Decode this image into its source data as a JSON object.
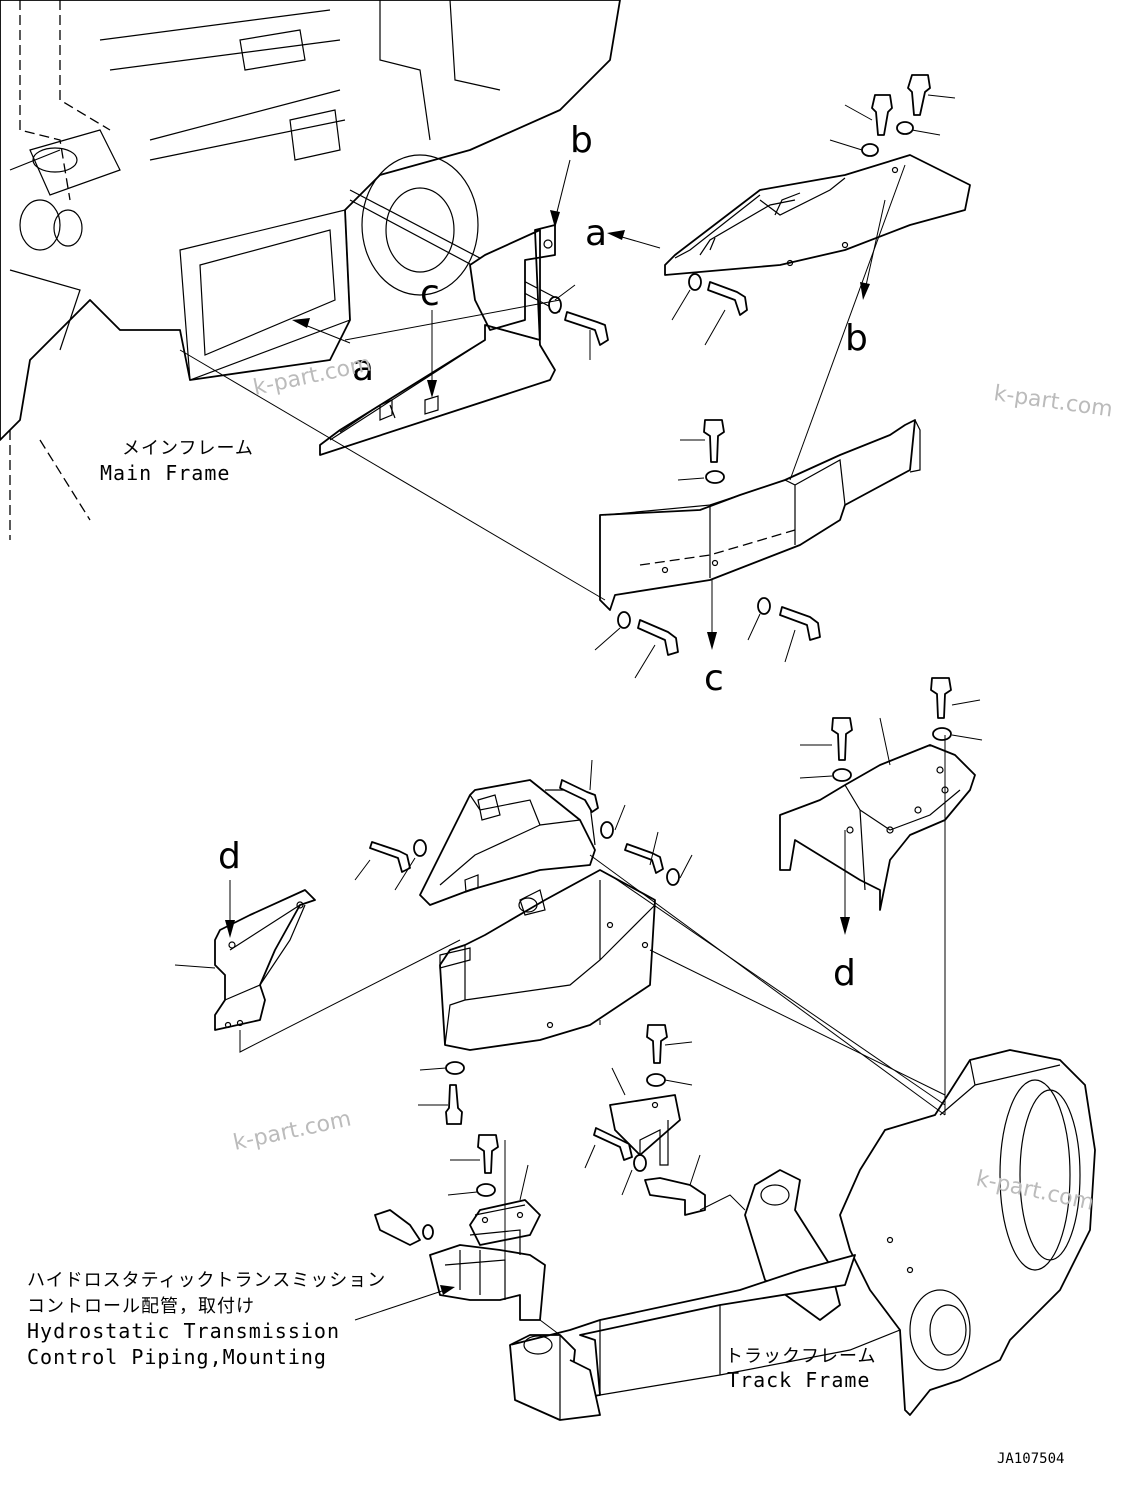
{
  "labels": {
    "main_frame_jp": "メインフレーム",
    "main_frame_en": "Main Frame",
    "hst_jp_line1": "ハイドロスタティックトランスミッション",
    "hst_jp_line2": "コントロール配管，取付け",
    "hst_en_line1": "Hydrostatic Transmission",
    "hst_en_line2": "Control Piping,Mounting",
    "track_frame_jp": "トラックフレーム",
    "track_frame_en": "Track Frame",
    "drawing_code": "JA107504"
  },
  "callouts": {
    "a": "a",
    "b": "b",
    "c": "c",
    "d": "d"
  },
  "watermark": "k-part.com"
}
